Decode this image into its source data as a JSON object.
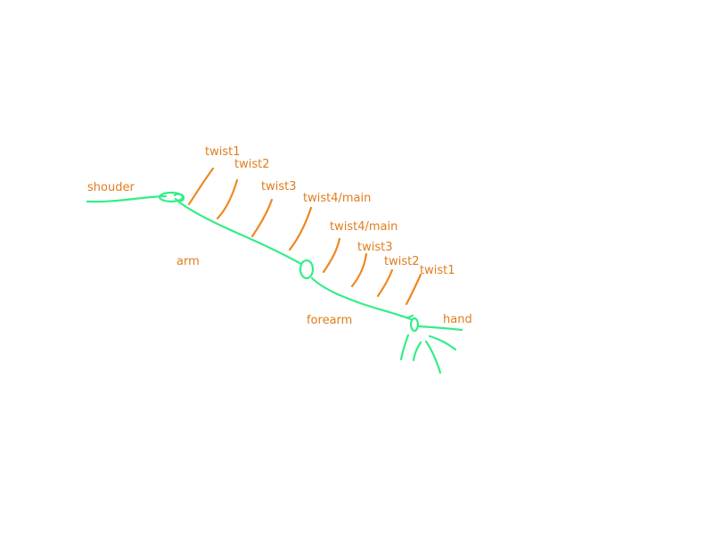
{
  "colors": {
    "bone": "#33ee88",
    "twist": "#ee8822",
    "label": "#e07d1e",
    "background": "#ffffff"
  },
  "labels": {
    "shoulder": "shouder",
    "arm": "arm",
    "forearm": "forearm",
    "hand": "hand",
    "arm_twists": [
      "twist1",
      "twist2",
      "twist3",
      "twist4/main"
    ],
    "forearm_twists": [
      "twist4/main",
      "twist3",
      "twist2",
      "twist1"
    ]
  }
}
